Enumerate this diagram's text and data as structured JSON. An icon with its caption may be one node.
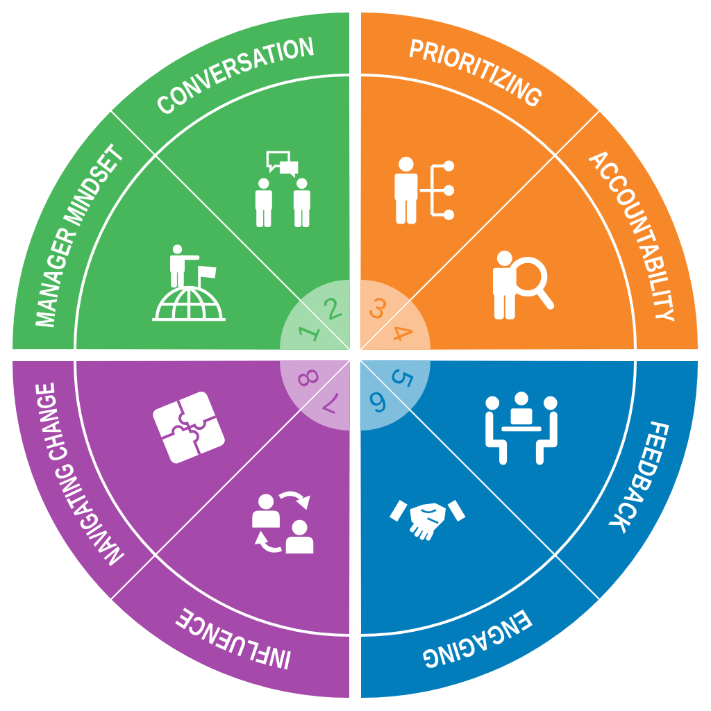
{
  "diagram": {
    "nodes": [
      {
        "text": [
          "MANAGER MINDSET",
          "1"
        ]
      },
      {
        "text": [
          "CONVERSATION",
          "2"
        ]
      },
      {
        "text": [
          "PRIORITIZING",
          "3"
        ]
      },
      {
        "text": [
          "ACCOUNTABILITY",
          "4"
        ]
      },
      {
        "text": [
          "FEEDBACK",
          "5"
        ]
      },
      {
        "text": [
          "ENGAGING",
          "6"
        ]
      },
      {
        "text": [
          "INFLUENCE",
          "7"
        ]
      },
      {
        "text": [
          "NAVIGATING CHANGE",
          "8"
        ]
      }
    ]
  }
}
